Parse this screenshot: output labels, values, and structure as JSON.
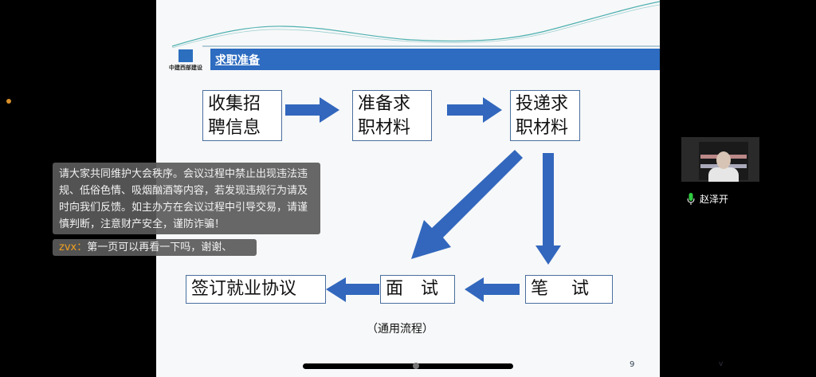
{
  "slide": {
    "logo_text": "中建西部建设",
    "title": "求职准备",
    "steps": [
      {
        "id": "collect",
        "lines": [
          "收集招",
          "聘信息"
        ]
      },
      {
        "id": "prepare",
        "lines": [
          "准备求",
          "职材料"
        ]
      },
      {
        "id": "submit",
        "lines": [
          "投递求",
          "职材料"
        ]
      },
      {
        "id": "written",
        "text": "笔　 试"
      },
      {
        "id": "interview",
        "text": "面　试"
      },
      {
        "id": "sign",
        "text": "签订就业协议"
      }
    ],
    "caption": "（通用流程）",
    "page_number": "9",
    "colors": {
      "title_bar": "#2d6cc0",
      "arrow": "#3267bd"
    }
  },
  "overlay": {
    "notice": "请大家共同维护大会秩序。会议过程中禁止出现违法违规、低俗色情、吸烟酗酒等内容，若发现违规行为请及时向我们反馈。如主办方在会议过程中引导交易，请谨慎判断，注意财产安全，谨防诈骗！",
    "chat": {
      "author": "zvx：",
      "message": "第一页可以再看一下吗，谢谢、"
    }
  },
  "participant": {
    "name": "赵泽开",
    "mic_icon": "microphone-icon"
  },
  "nav_mark": "v"
}
